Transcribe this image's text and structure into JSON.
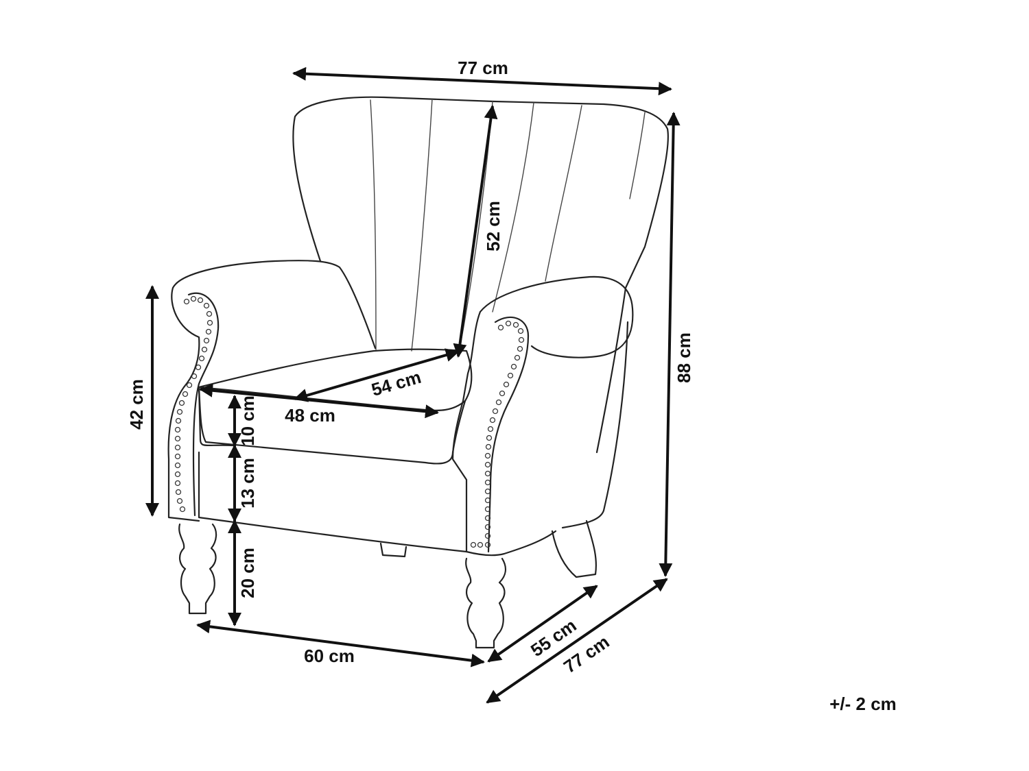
{
  "diagram": {
    "labels": {
      "width_top": "77 cm",
      "back_height": "52 cm",
      "total_height": "88 cm",
      "arm_height": "42 cm",
      "seat_depth": "54 cm",
      "seat_width": "48 cm",
      "cushion_height": "10 cm",
      "seat_base_height": "13 cm",
      "leg_height": "20 cm",
      "front_width": "60 cm",
      "side_depth": "55 cm",
      "total_depth": "77 cm",
      "tolerance": "+/- 2 cm"
    }
  }
}
